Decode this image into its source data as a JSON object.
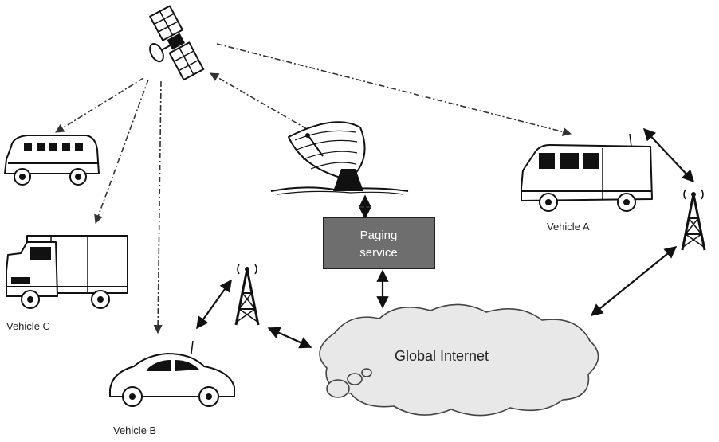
{
  "paging_box": {
    "line1": "Paging",
    "line2": "service",
    "fill": "#6e6e6e",
    "text_color": "#ffffff"
  },
  "cloud_label": "Global Internet",
  "vehicles": {
    "a": "Vehicle A",
    "b": "Vehicle B",
    "c": "Vehicle C"
  },
  "icons": [
    "satellite-icon",
    "satellite-dish-icon",
    "bus-icon",
    "truck-icon",
    "car-icon",
    "van-icon",
    "radio-tower-icon",
    "cloud-icon"
  ]
}
